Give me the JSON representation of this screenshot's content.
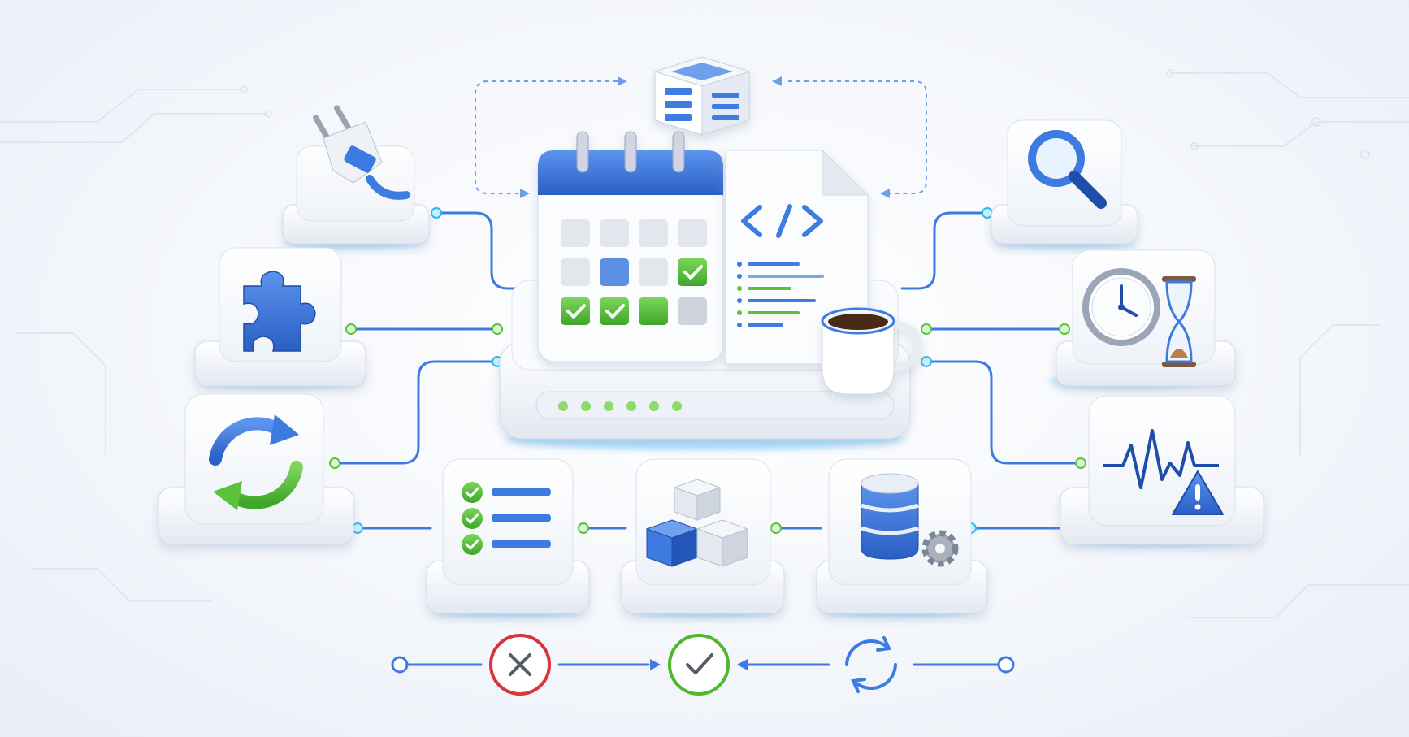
{
  "colors": {
    "accent_blue": "#3e7be0",
    "dark_blue": "#2456b8",
    "accent_green": "#5cc23b",
    "error_red": "#d8343a",
    "tile_white": "#f7f9fc",
    "tile_edge": "#d8dee8",
    "glow": "#8fd4ff"
  },
  "central_hub": {
    "icons": [
      "calendar-icon",
      "code-file-icon",
      "coffee-cup-icon"
    ],
    "calendar_grid": [
      [
        "empty",
        "empty",
        "empty",
        "empty"
      ],
      [
        "empty",
        "blue",
        "empty",
        "check"
      ],
      [
        "check",
        "check",
        "green",
        "gray"
      ]
    ],
    "status_dots": 6
  },
  "top_node": {
    "icon": "server-icon"
  },
  "left_nodes": [
    {
      "icon": "plug-icon"
    },
    {
      "icon": "puzzle-piece-icon"
    },
    {
      "icon": "sync-arrows-icon"
    }
  ],
  "right_nodes": [
    {
      "icon": "magnifier-icon"
    },
    {
      "icon": "clock-hourglass-icon"
    },
    {
      "icon": "pulse-warning-icon"
    }
  ],
  "bottom_nodes": [
    {
      "icon": "checklist-icon"
    },
    {
      "icon": "cubes-icon"
    },
    {
      "icon": "database-gear-icon"
    }
  ],
  "flow": {
    "steps": [
      "start-node-icon",
      "error-x-icon",
      "success-check-icon",
      "retry-sync-icon",
      "end-node-icon"
    ]
  }
}
